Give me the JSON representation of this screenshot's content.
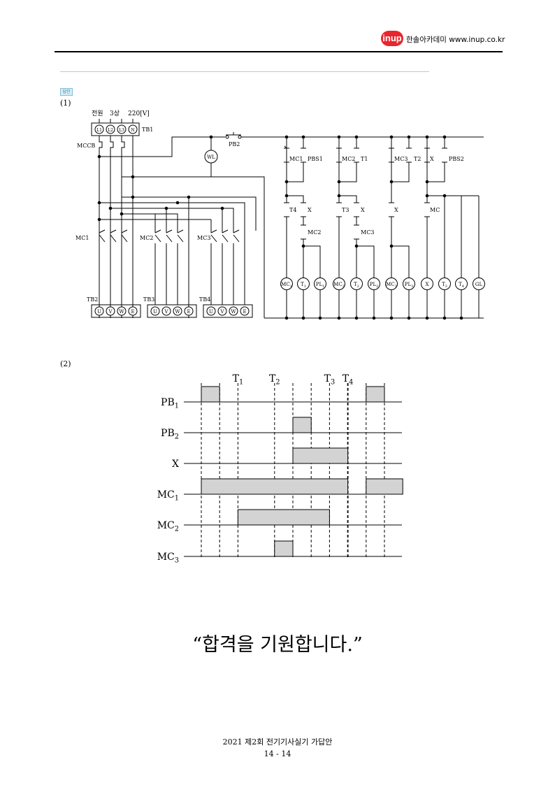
{
  "header": {
    "logo": "inup",
    "text": "한솔아카데미 www.inup.co.kr"
  },
  "answer": {
    "badge": "답안",
    "part1_label": "(1)",
    "part2_label": "(2)"
  },
  "circuit": {
    "supply_top": [
      "전원",
      "3상",
      "220[V]"
    ],
    "terminals_tb1": [
      "L1",
      "L2",
      "L3",
      "N"
    ],
    "tb1": "TB1",
    "mccb": "MCCB",
    "pb2": "PB2",
    "wl": "WL",
    "mc_main": [
      "MC1",
      "MC2",
      "MC3"
    ],
    "tb_out": [
      "TB2",
      "TB3",
      "TB4"
    ],
    "terminal_letters": [
      "U",
      "V",
      "W",
      "E"
    ],
    "rung_contacts": [
      "MC1",
      "PBS1",
      "MC2",
      "T1",
      "MC3",
      "T2",
      "X",
      "PBS2"
    ],
    "mid_contacts": [
      "T4",
      "X",
      "T3",
      "X",
      "X",
      "MC"
    ],
    "lower_contacts": [
      "MC2",
      "MC3"
    ],
    "loads": [
      "MC1",
      "T1",
      "PL1",
      "MC2",
      "T2",
      "PL2",
      "MC3",
      "PL3",
      "X",
      "T3",
      "T4",
      "GL"
    ]
  },
  "timing": {
    "markers": [
      "T1",
      "T2",
      "T3",
      "T4"
    ],
    "signals": [
      {
        "name": "PB1",
        "pulses": [
          [
            0.0,
            0.5
          ],
          [
            4.5,
            5.0
          ]
        ]
      },
      {
        "name": "PB2",
        "pulses": [
          [
            2.5,
            3.0
          ]
        ]
      },
      {
        "name": "X",
        "pulses": [
          [
            2.5,
            4.0
          ]
        ]
      },
      {
        "name": "MC1",
        "pulses": [
          [
            0.0,
            4.0
          ],
          [
            4.5,
            5.5
          ]
        ]
      },
      {
        "name": "MC2",
        "pulses": [
          [
            1.0,
            3.5
          ]
        ]
      },
      {
        "name": "MC3",
        "pulses": [
          [
            2.0,
            2.5
          ]
        ]
      }
    ],
    "guide_positions": [
      0.0,
      0.5,
      1.0,
      2.0,
      2.5,
      3.0,
      3.5,
      4.0,
      4.5,
      5.0
    ],
    "bold_guide": 4.0,
    "marker_positions": [
      1.0,
      2.0,
      3.5,
      4.0
    ]
  },
  "slogan": "“합격을 기원합니다.”",
  "footer": {
    "title": "2021 제2회 전기기사실기 가답안",
    "page": "14 - 14"
  }
}
